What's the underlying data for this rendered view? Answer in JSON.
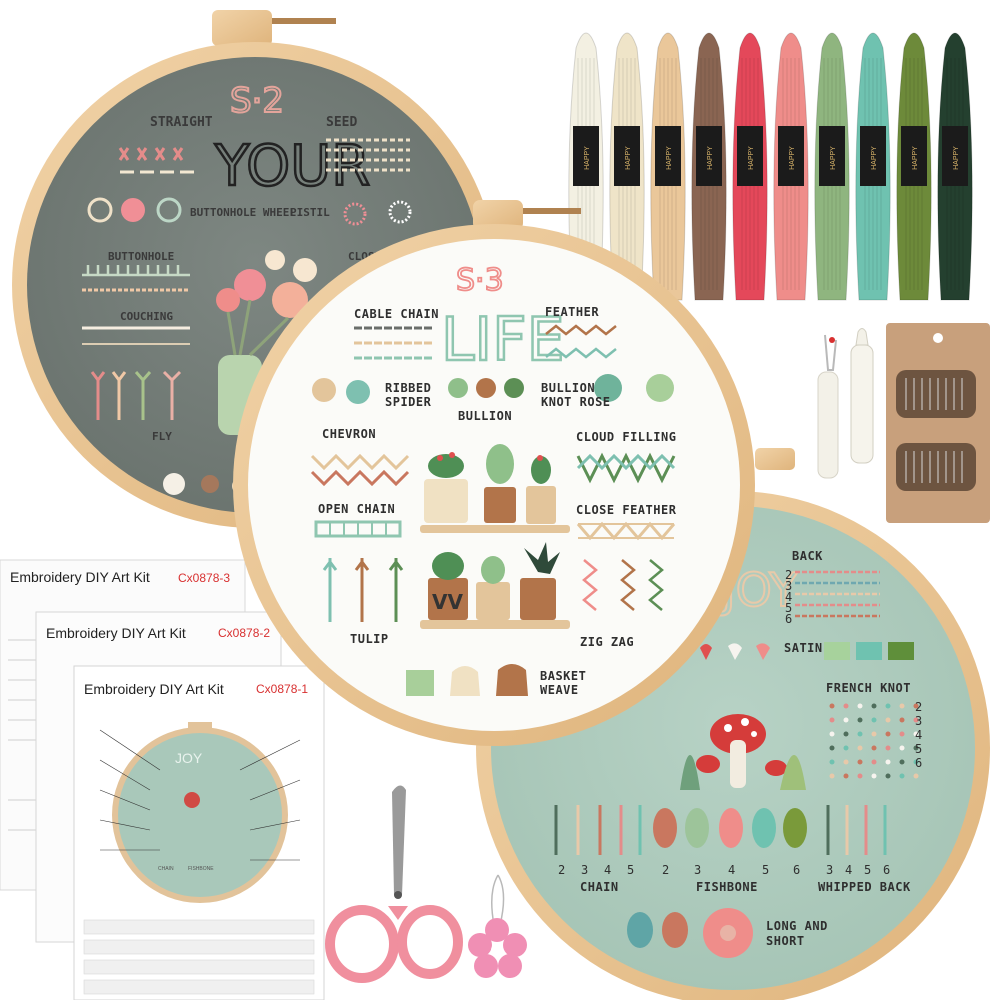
{
  "hoop_s2": {
    "stage": "S·2",
    "word": "YOUR",
    "labels": [
      "STRAIGHT",
      "SEED",
      "BUTTONHOLE WHEEL",
      "PISTIL",
      "BUTTONHOLE",
      "CLOSE",
      "COUCHING",
      "FLY"
    ]
  },
  "hoop_s3": {
    "stage": "S·3",
    "word": "LIFE",
    "labels": {
      "cable_chain": "CABLE CHAIN",
      "feather": "FEATHER",
      "ribbed_spider": [
        "RIBBED",
        "SPIDER"
      ],
      "bullion": "BULLION",
      "bullion_knot_rose": [
        "BULLION",
        "KNOT ROSE"
      ],
      "chevron": "CHEVRON",
      "cloud_filling": "CLOUD FILLING",
      "open_chain": "OPEN CHAIN",
      "close_feather": "CLOSE FEATHER",
      "tulip": "TULIP",
      "zig_zag": "ZIG ZAG",
      "basket_weave": [
        "BASKET",
        "WEAVE"
      ]
    }
  },
  "hoop_s1": {
    "word": "JOY",
    "labels": {
      "back": "BACK",
      "satin": "SATIN",
      "french_knot": "FRENCH KNOT",
      "chain": "CHAIN",
      "fishbone": "FISHBONE",
      "whipped_back": "WHIPPED BACK",
      "long_and_short": [
        "LONG AND",
        "SHORT"
      ]
    },
    "row_numbers": [
      "2",
      "3",
      "4",
      "5",
      "6"
    ],
    "fishbone_numbers": [
      "2",
      "3",
      "4",
      "5",
      "6"
    ],
    "chain_numbers": [
      "2",
      "3",
      "4",
      "5"
    ],
    "whipped_numbers": [
      "3",
      "4",
      "5",
      "6"
    ]
  },
  "threads": {
    "colors": [
      "#f3f0e2",
      "#efe4c8",
      "#eac79a",
      "#8a6552",
      "#e4485a",
      "#ef8d8a",
      "#8fb57f",
      "#6fc2b0",
      "#6d8a3a",
      "#24402f"
    ],
    "band_text": "HAPPY"
  },
  "sheets": [
    {
      "title": "Embroidery DIY Art Kit",
      "code": "Cx0878-3"
    },
    {
      "title": "Embroidery DIY Art Kit",
      "code": "Cx0878-2"
    },
    {
      "title": "Embroidery DIY Art Kit",
      "code": "Cx0878-1"
    }
  ],
  "tools": [
    "seam-ripper",
    "chalk-pen",
    "needle-card",
    "scissors",
    "needle-threader"
  ]
}
